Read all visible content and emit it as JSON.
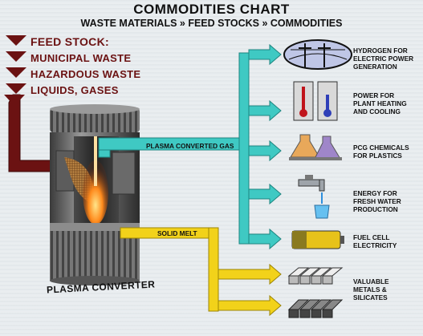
{
  "title": "COMMODITIES CHART",
  "subtitle": "WASTE MATERIALS » FEED STOCKS » COMMODITIES",
  "feed_stock": {
    "items": [
      "FEED STOCK:",
      "MUNICIPAL WASTE",
      "HAZARDOUS WASTE",
      "LIQUIDS, GASES"
    ]
  },
  "pipes": {
    "gas": "PLASMA CONVERTED GAS",
    "solid": "SOLID MELT"
  },
  "converter_label": "PLASMA CONVERTER",
  "outputs": [
    {
      "label_lines": [
        "HYDROGEN FOR",
        "ELECTRIC POWER",
        "GENERATION"
      ],
      "icon": "power-lines-icon"
    },
    {
      "label_lines": [
        "POWER FOR",
        "PLANT HEATING",
        "AND COOLING"
      ],
      "icon": "thermometers-icon"
    },
    {
      "label_lines": [
        "PCG CHEMICALS",
        "FOR PLASTICS"
      ],
      "icon": "chemical-flasks-icon"
    },
    {
      "label_lines": [
        "ENERGY FOR",
        "FRESH WATER",
        "PRODUCTION"
      ],
      "icon": "water-faucet-icon"
    },
    {
      "label_lines": [
        "FUEL CELL",
        "ELECTRICITY"
      ],
      "icon": "battery-icon"
    },
    {
      "label_lines": [
        "VALUABLE",
        "METALS &",
        "SILICATES"
      ],
      "icon": "metal-blocks-icon"
    }
  ],
  "colors": {
    "gas_pipe": "#3fc9c3",
    "solid_pipe": "#f2d21a",
    "feed_pipe": "#6b1212",
    "text_feed": "#6b1212"
  }
}
